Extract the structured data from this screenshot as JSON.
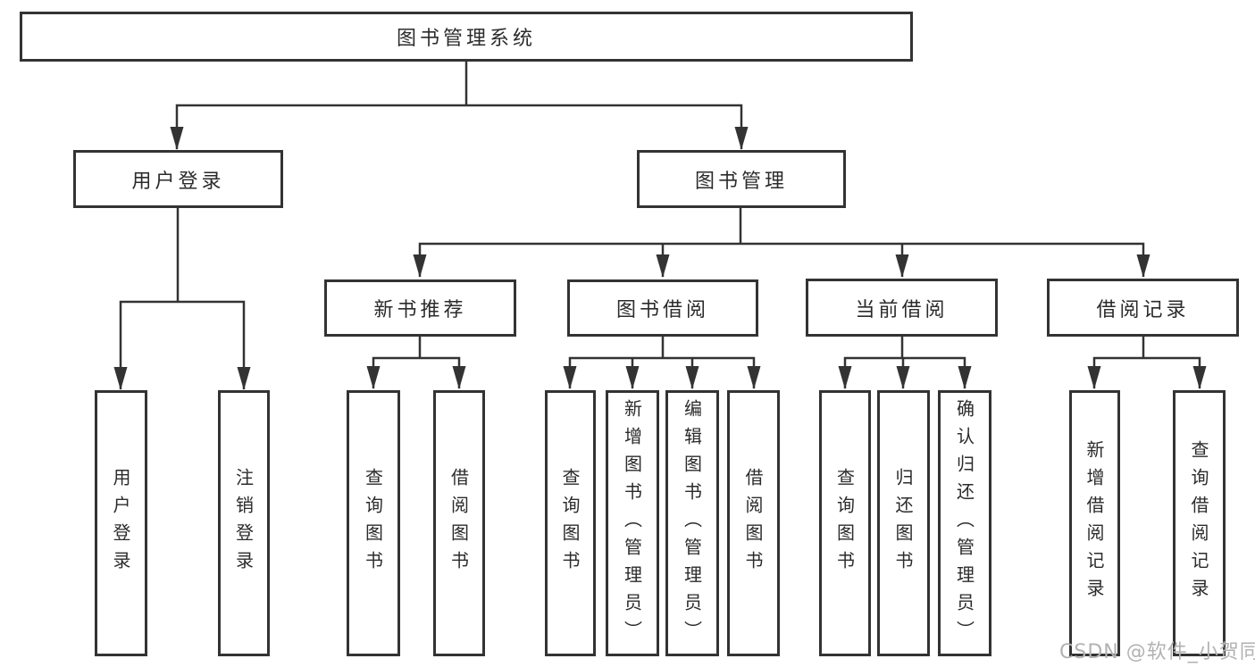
{
  "tree": {
    "root": {
      "label": "图书管理系统"
    },
    "branches": [
      {
        "label": "用户登录",
        "children": [
          {
            "label": "用户登录"
          },
          {
            "label": "注销登录"
          }
        ]
      },
      {
        "label": "图书管理",
        "children": [
          {
            "label": "新书推荐",
            "children": [
              {
                "label": "查询图书"
              },
              {
                "label": "借阅图书"
              }
            ]
          },
          {
            "label": "图书借阅",
            "children": [
              {
                "label": "查询图书"
              },
              {
                "label": "新增图书（管理员）"
              },
              {
                "label": "编辑图书（管理员）"
              },
              {
                "label": "借阅图书"
              }
            ]
          },
          {
            "label": "当前借阅",
            "children": [
              {
                "label": "查询图书"
              },
              {
                "label": "归还图书"
              },
              {
                "label": "确认归还（管理员）"
              }
            ]
          },
          {
            "label": "借阅记录",
            "children": [
              {
                "label": "新增借阅记录"
              },
              {
                "label": "查询借阅记录"
              }
            ]
          }
        ]
      }
    ]
  },
  "watermark": {
    "text": "CSDN @软件_小贺同学"
  },
  "colors": {
    "line": "#333333",
    "text": "#2b2b2b",
    "watermark": "#b2b2b2",
    "background": "#ffffff"
  }
}
